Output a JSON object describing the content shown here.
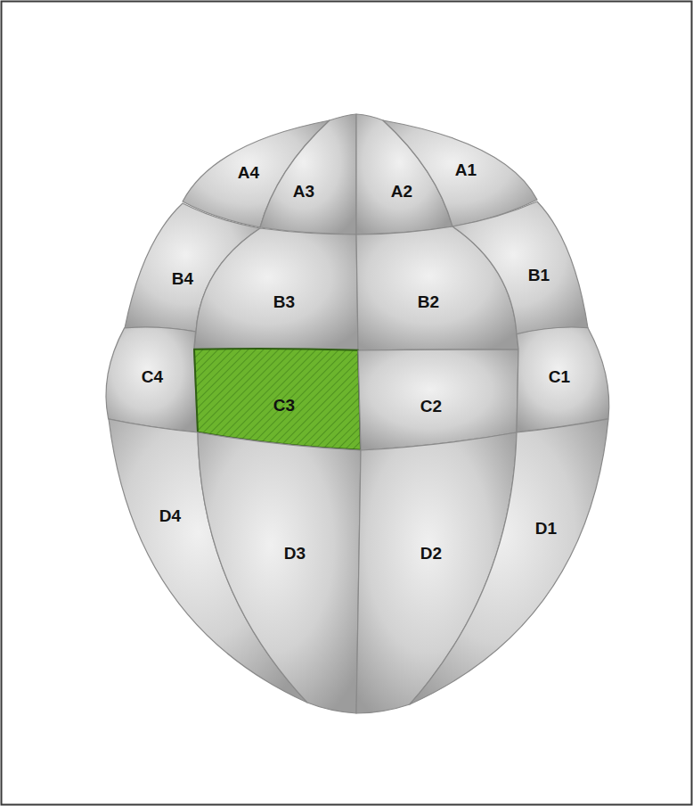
{
  "diagram": {
    "nodes": [
      {
        "text": [
          "A4"
        ]
      },
      {
        "text": [
          "A3"
        ]
      },
      {
        "text": [
          "A2"
        ]
      },
      {
        "text": [
          "A1"
        ]
      },
      {
        "text": [
          "B4"
        ]
      },
      {
        "text": [
          "B3"
        ]
      },
      {
        "text": [
          "B2"
        ]
      },
      {
        "text": [
          "B1"
        ]
      },
      {
        "text": [
          "C4"
        ]
      },
      {
        "text": [
          "C3"
        ]
      },
      {
        "text": [
          "C2"
        ]
      },
      {
        "text": [
          "C1"
        ]
      },
      {
        "text": [
          "D4"
        ]
      },
      {
        "text": [
          "D3"
        ]
      },
      {
        "text": [
          "D2"
        ]
      },
      {
        "text": [
          "D1"
        ]
      }
    ]
  }
}
